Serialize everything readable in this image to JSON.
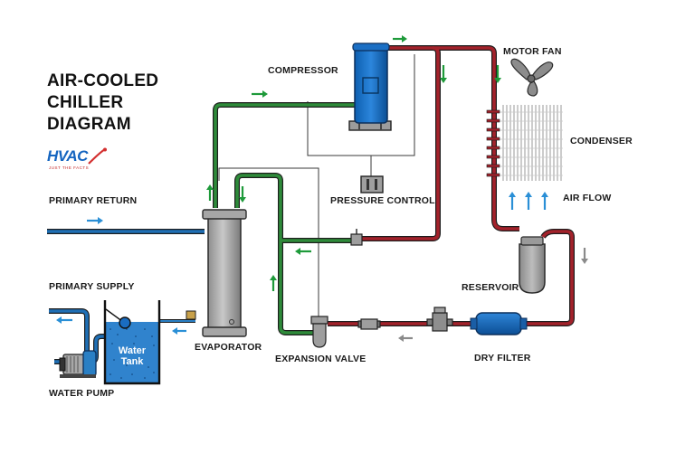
{
  "title": {
    "line1": "AIR-COOLED",
    "line2": "CHILLER",
    "line3": "DIAGRAM"
  },
  "logo": {
    "text": "HVAC",
    "tagline": "JUST THE FACTS"
  },
  "labels": {
    "compressor": "COMPRESSOR",
    "motor_fan": "MOTOR FAN",
    "condenser": "CONDENSER",
    "air_flow": "AIR FLOW",
    "pressure_control": "PRESSURE CONTROL",
    "primary_return": "PRIMARY RETURN",
    "primary_supply": "PRIMARY SUPPLY",
    "reservoir": "RESERVOIR",
    "evaporator": "EVAPORATOR",
    "expansion_valve": "EXPANSION VALVE",
    "dry_filter": "DRY FILTER",
    "water_pump": "WATER PUMP",
    "water_tank_line1": "Water",
    "water_tank_line2": "Tank"
  },
  "colors": {
    "hot_refrigerant": "#a3222b",
    "cold_refrigerant": "#2e8b3a",
    "water": "#1f6fb5",
    "arrow_green": "#1e9a3a",
    "arrow_blue": "#2a8fd6",
    "arrow_gray": "#8a8a8a"
  }
}
